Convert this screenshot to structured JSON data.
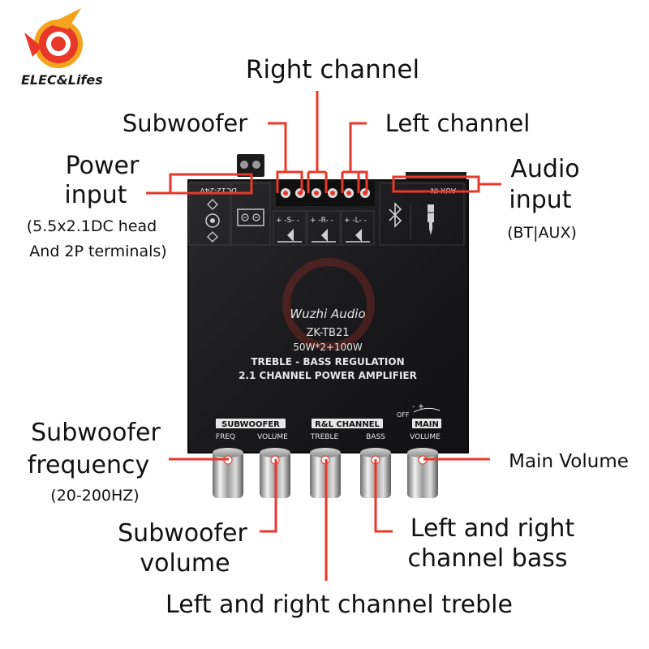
{
  "brand": {
    "logo_text": "ELEC&Lifes",
    "accent": "#e8382a"
  },
  "callouts": {
    "right_channel": "Right channel",
    "subwoofer": "Subwoofer",
    "left_channel": "Left channel",
    "power_input_1": "Power",
    "power_input_2": "input",
    "power_input_note_1": "(5.5x2.1DC head",
    "power_input_note_2": "And 2P terminals)",
    "audio_input_1": "Audio",
    "audio_input_2": "input",
    "audio_input_note": "(BT|AUX)",
    "sub_freq_1": "Subwoofer",
    "sub_freq_2": "frequency",
    "sub_freq_note": "(20-200HZ)",
    "main_volume": "Main Volume",
    "sub_volume_1": "Subwoofer",
    "sub_volume_2": "volume",
    "lr_bass_1": "Left and right",
    "lr_bass_2": "channel bass",
    "lr_treble": "Left and right channel treble"
  },
  "board": {
    "power_label": "DC12-24V",
    "aux_label": "AUX IN",
    "speaker_sub": "+ -S- -",
    "speaker_r": "+ -R- -",
    "speaker_l": "+ -L- -",
    "script_brand": "Wuzhi Audio",
    "model": "ZK-TB21",
    "power_rating": "50W*2+100W",
    "line1": "TREBLE - BASS REGULATION",
    "line2": "2.1 CHANNEL POWER AMPLIFIER",
    "group_sub": "SUBWOOFER",
    "group_rl": "R&L CHANNEL",
    "group_main": "MAIN",
    "knob_freq": "FREQ",
    "knob_volume": "VOLUME",
    "knob_treble": "TREBLE",
    "knob_bass": "BASS",
    "knob_main_volume": "VOLUME",
    "off_label": "OFF",
    "minus_plus": "- +"
  },
  "icons": [
    "logo-icon",
    "dc-jack-icon",
    "terminal-icon",
    "speaker-icon",
    "bluetooth-icon",
    "aux-jack-icon",
    "knob-icon"
  ]
}
